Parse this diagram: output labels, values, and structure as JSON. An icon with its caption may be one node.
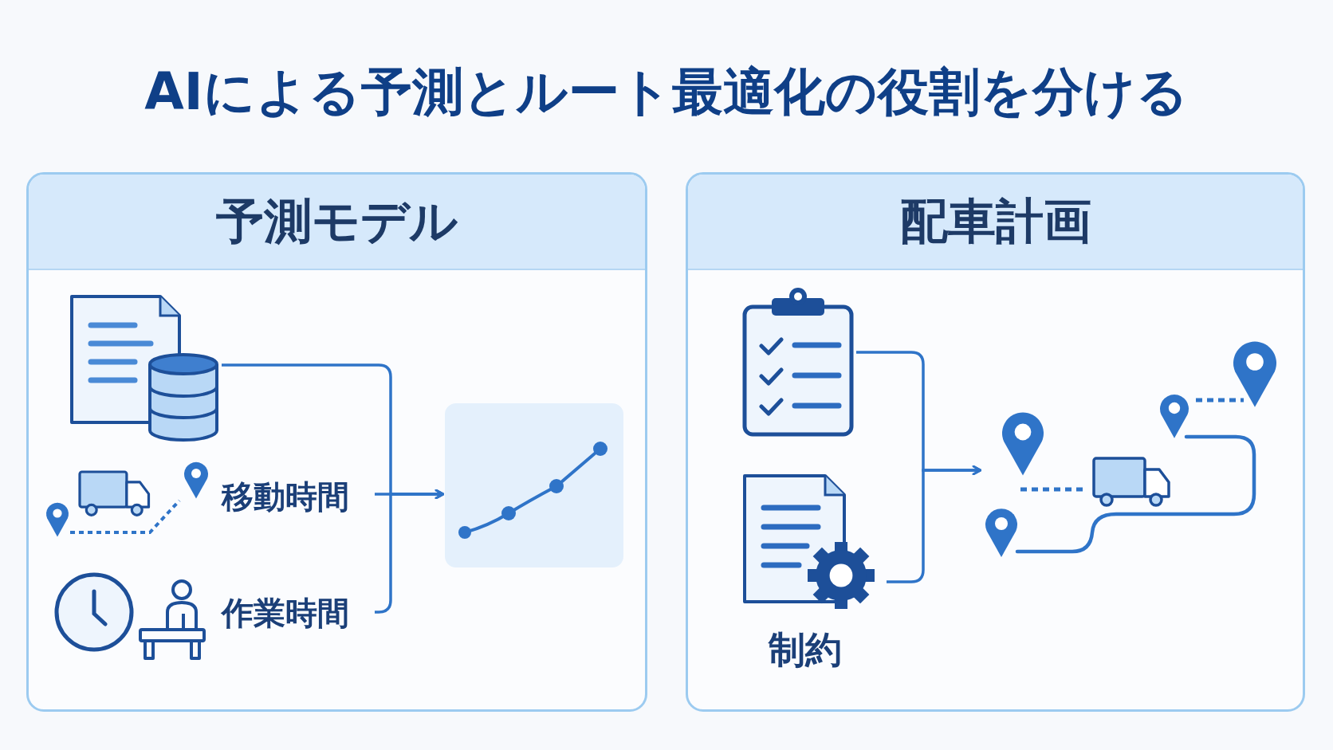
{
  "diagram": {
    "title": "AIによる予測とルート最適化の役割を分ける",
    "nodes": [
      {
        "text": [
          "予測モデル"
        ]
      },
      {
        "text": [],
        "shape": "picture",
        "in": 0
      },
      {
        "text": [
          "移動時間"
        ],
        "in": 0
      },
      {
        "text": [
          "作業時間"
        ],
        "in": 0
      },
      {
        "text": [],
        "shape": "box",
        "in": 0
      },
      {
        "text": [
          "配車計画"
        ]
      },
      {
        "text": [],
        "shape": "picture",
        "in": 5
      },
      {
        "text": [
          "制約"
        ],
        "in": 5
      },
      {
        "text": [],
        "shape": "picture",
        "in": 5
      }
    ],
    "edges": [
      {
        "from": 1,
        "to": 4,
        "arrow": "to"
      },
      {
        "from": 2,
        "to": 4,
        "arrow": "to"
      },
      {
        "from": 3,
        "to": 4,
        "arrow": "to"
      },
      {
        "from": 6,
        "to": 8,
        "arrow": "to"
      },
      {
        "from": 7,
        "to": 8,
        "arrow": "to"
      }
    ]
  }
}
